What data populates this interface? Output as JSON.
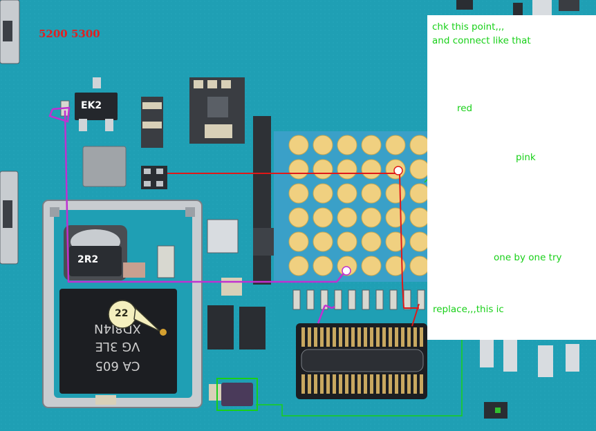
{
  "model_label": "5200 5300",
  "notes": {
    "instruction_line1": "chk this point,,,",
    "instruction_line2": "and connect like that",
    "red": "red",
    "pink": "pink",
    "one_by_one": "one by one try",
    "replace": "replace,,,this ic"
  },
  "board_labels": {
    "transistor": "EK2",
    "inductor": "2R2",
    "callout_number": "22"
  },
  "colors": {
    "pcb": "#1f9fb4",
    "annotation_text": "#18d018",
    "wire_red": "#e01818",
    "wire_pink": "#c030d0",
    "model_text": "#e02020"
  }
}
